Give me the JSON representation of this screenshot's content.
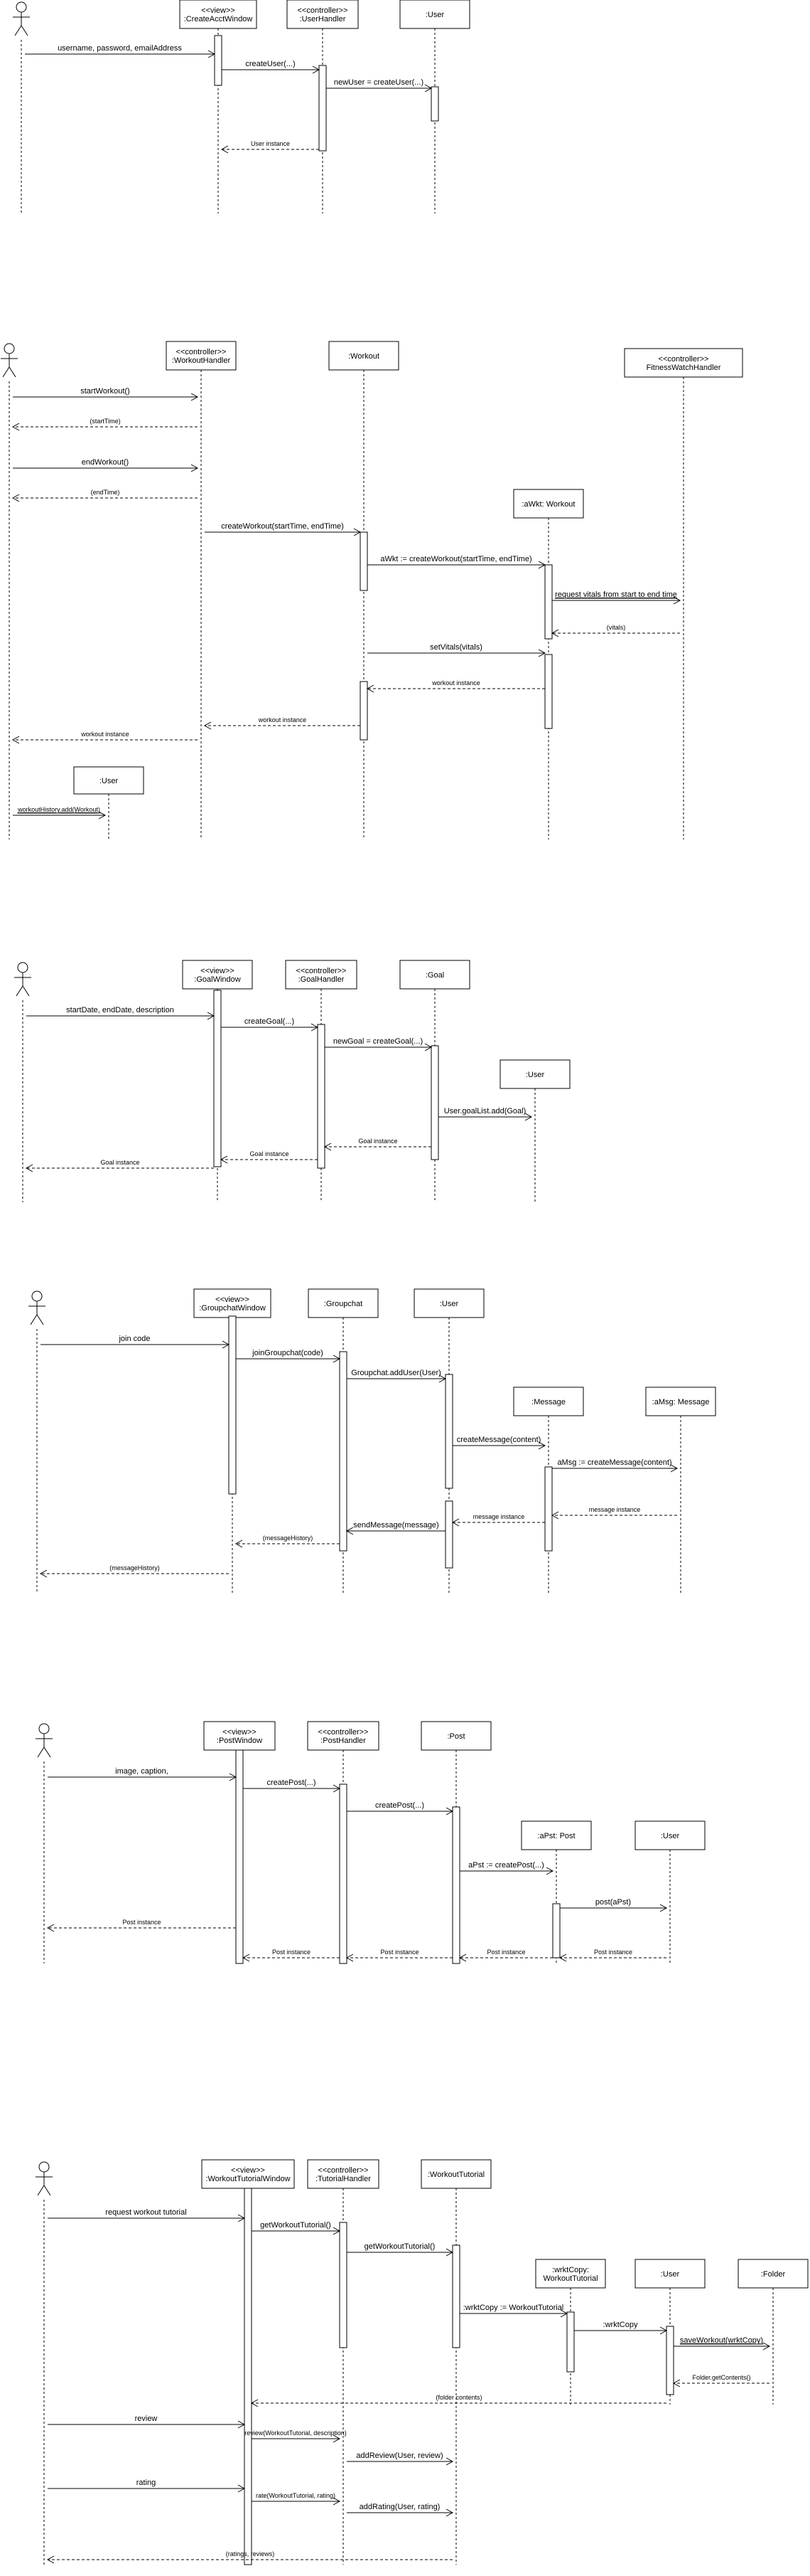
{
  "diagrams": [
    {
      "id": "create-account",
      "participants": [
        {
          "id": "actor",
          "type": "actor"
        },
        {
          "id": "caw",
          "lines": [
            "<<view>>",
            ":CreateAcctWindow"
          ]
        },
        {
          "id": "uh",
          "lines": [
            "<<controller>>",
            ":UserHandler"
          ]
        },
        {
          "id": "user",
          "lines": [
            ":User"
          ]
        }
      ],
      "messages": [
        {
          "text": "username, password, emailAddress",
          "kind": "call"
        },
        {
          "text": "createUser(...)",
          "kind": "call"
        },
        {
          "text": "newUser = createUser(...)",
          "kind": "call"
        },
        {
          "text": "User instance",
          "kind": "return"
        }
      ]
    },
    {
      "id": "workout",
      "participants": [
        {
          "id": "actor",
          "type": "actor"
        },
        {
          "id": "wh",
          "lines": [
            "<<controller>>",
            ":WorkoutHandler"
          ]
        },
        {
          "id": "w",
          "lines": [
            ":Workout"
          ]
        },
        {
          "id": "fwh",
          "lines": [
            "<<controller>>",
            "FitnessWatchHandler"
          ]
        },
        {
          "id": "awkt",
          "lines": [
            ":aWkt: Workout"
          ]
        },
        {
          "id": "user",
          "lines": [
            ":User"
          ]
        }
      ],
      "messages": [
        {
          "text": "startWorkout()",
          "kind": "call"
        },
        {
          "text": "(startTime)",
          "kind": "return"
        },
        {
          "text": "endWorkout()",
          "kind": "call"
        },
        {
          "text": "(endTime)",
          "kind": "return"
        },
        {
          "text": "createWorkout(startTime, endTime)",
          "kind": "call"
        },
        {
          "text": "aWkt := createWorkout(startTime, endTime)",
          "kind": "call"
        },
        {
          "text": "request vitals from start to end time",
          "kind": "call"
        },
        {
          "text": "(vitals)",
          "kind": "return"
        },
        {
          "text": "setVitals(vitals)",
          "kind": "call"
        },
        {
          "text": "workout instance",
          "kind": "return"
        },
        {
          "text": "workout instance",
          "kind": "return"
        },
        {
          "text": "workout instance",
          "kind": "return"
        },
        {
          "text": "workoutHistory.add(Workout)",
          "kind": "call"
        }
      ]
    },
    {
      "id": "goal",
      "participants": [
        {
          "id": "actor",
          "type": "actor"
        },
        {
          "id": "gw",
          "lines": [
            "<<view>>",
            ":GoalWindow"
          ]
        },
        {
          "id": "gh",
          "lines": [
            "<<controller>>",
            ":GoalHandler"
          ]
        },
        {
          "id": "goal",
          "lines": [
            ":Goal"
          ]
        },
        {
          "id": "user",
          "lines": [
            ":User"
          ]
        }
      ],
      "messages": [
        {
          "text": "startDate, endDate, description",
          "kind": "call"
        },
        {
          "text": "createGoal(...)",
          "kind": "call"
        },
        {
          "text": "newGoal = createGoal(...)",
          "kind": "call"
        },
        {
          "text": "User.goalList.add(Goal)",
          "kind": "call"
        },
        {
          "text": "Goal instance",
          "kind": "return"
        },
        {
          "text": "Goal instance",
          "kind": "return"
        },
        {
          "text": "Goal instance",
          "kind": "return"
        }
      ]
    },
    {
      "id": "groupchat",
      "participants": [
        {
          "id": "actor",
          "type": "actor"
        },
        {
          "id": "gcw",
          "lines": [
            "<<view>>",
            ":GroupchatWindow"
          ]
        },
        {
          "id": "gc",
          "lines": [
            ":Groupchat"
          ]
        },
        {
          "id": "user",
          "lines": [
            ":User"
          ]
        },
        {
          "id": "msg",
          "lines": [
            ":Message"
          ]
        },
        {
          "id": "amsg",
          "lines": [
            ":aMsg: Message"
          ]
        }
      ],
      "messages": [
        {
          "text": "join code",
          "kind": "call"
        },
        {
          "text": "joinGroupchat(code)",
          "kind": "call"
        },
        {
          "text": "Groupchat.addUser(User)",
          "kind": "call"
        },
        {
          "text": "createMessage(content)",
          "kind": "call"
        },
        {
          "text": "aMsg := createMessage(content)",
          "kind": "call"
        },
        {
          "text": "message instance",
          "kind": "return"
        },
        {
          "text": "message instance",
          "kind": "return"
        },
        {
          "text": "sendMessage(message)",
          "kind": "call"
        },
        {
          "text": "(messageHistory)",
          "kind": "return"
        },
        {
          "text": "(messageHistory)",
          "kind": "return"
        }
      ]
    },
    {
      "id": "post",
      "participants": [
        {
          "id": "actor",
          "type": "actor"
        },
        {
          "id": "pw",
          "lines": [
            "<<view>>",
            ":PostWindow"
          ]
        },
        {
          "id": "ph",
          "lines": [
            "<<controller>>",
            ":PostHandler"
          ]
        },
        {
          "id": "post",
          "lines": [
            ":Post"
          ]
        },
        {
          "id": "apst",
          "lines": [
            ":aPst: Post"
          ]
        },
        {
          "id": "user",
          "lines": [
            ":User"
          ]
        }
      ],
      "messages": [
        {
          "text": "image, caption,",
          "kind": "call"
        },
        {
          "text": "createPost(...)",
          "kind": "call"
        },
        {
          "text": "createPost(...)",
          "kind": "call"
        },
        {
          "text": "aPst := createPost(...)",
          "kind": "call"
        },
        {
          "text": "post(aPst)",
          "kind": "call"
        },
        {
          "text": "Post instance",
          "kind": "return"
        },
        {
          "text": "Post instance",
          "kind": "return"
        },
        {
          "text": "Post instance",
          "kind": "return"
        },
        {
          "text": "Post instance",
          "kind": "return"
        },
        {
          "text": "Post instance",
          "kind": "return"
        }
      ]
    },
    {
      "id": "tutorial",
      "participants": [
        {
          "id": "actor",
          "type": "actor"
        },
        {
          "id": "wtw",
          "lines": [
            "<<view>>",
            ":WorkoutTutorialWindow"
          ]
        },
        {
          "id": "th",
          "lines": [
            "<<controller>>",
            ":TutorialHandler"
          ]
        },
        {
          "id": "wt",
          "lines": [
            ":WorkoutTutorial"
          ]
        },
        {
          "id": "wc",
          "lines": [
            ":wrktCopy:",
            "WorkoutTutorial"
          ]
        },
        {
          "id": "user",
          "lines": [
            ":User"
          ]
        },
        {
          "id": "folder",
          "lines": [
            ":Folder"
          ]
        }
      ],
      "messages": [
        {
          "text": "request workout tutorial",
          "kind": "call"
        },
        {
          "text": "getWorkoutTutorial()",
          "kind": "call"
        },
        {
          "text": "getWorkoutTutorial()",
          "kind": "call"
        },
        {
          "text": ":wrktCopy := WorkoutTutorial",
          "kind": "call"
        },
        {
          "text": ":wrktCopy",
          "kind": "call"
        },
        {
          "text": "saveWorkout(wrktCopy)",
          "kind": "call"
        },
        {
          "text": "Folder.getContents()",
          "kind": "return"
        },
        {
          "text": "(folder contents)",
          "kind": "return"
        },
        {
          "text": "review",
          "kind": "call"
        },
        {
          "text": "review(WorkoutTutorial, description)",
          "kind": "call"
        },
        {
          "text": "addReview(User, review)",
          "kind": "call"
        },
        {
          "text": "rating",
          "kind": "call"
        },
        {
          "text": "rate(WorkoutTutorial, rating)",
          "kind": "call"
        },
        {
          "text": "addRating(User, rating)",
          "kind": "call"
        },
        {
          "text": "(ratings, reviews)",
          "kind": "return"
        }
      ]
    }
  ]
}
